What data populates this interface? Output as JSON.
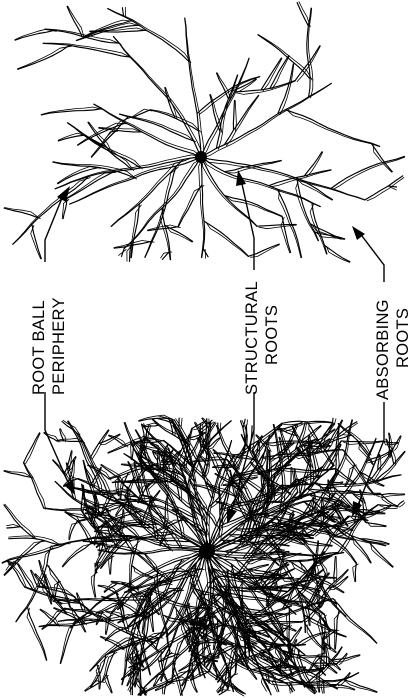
{
  "labels": {
    "root_ball_periphery": [
      "ROOT  BALL",
      "PERIPHERY"
    ],
    "structural_roots": [
      "STRUCTURAL",
      "ROOTS"
    ],
    "absorbing_roots": [
      "ABSORBING",
      "ROOTS"
    ]
  },
  "colors": {
    "ink": "#000000",
    "background": "#ffffff"
  }
}
